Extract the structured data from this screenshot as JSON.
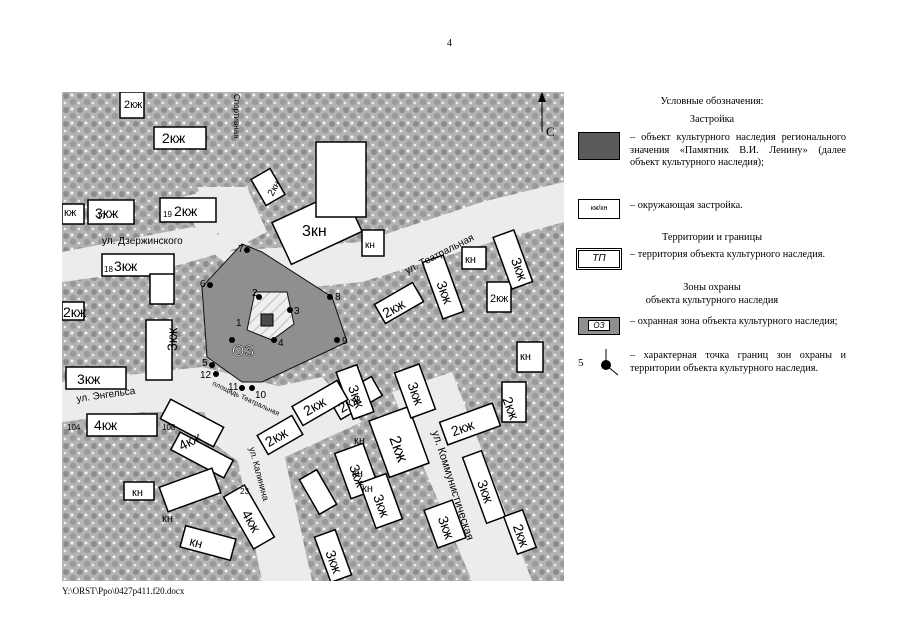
{
  "page": {
    "number": "4",
    "footer_path": "Y:\\ORST\\Ppo\\0427p411.f20.docx"
  },
  "map": {
    "north_label": "С",
    "streets": [
      "ул. Дзержинского",
      "ул. Театральная",
      "ул. Энгельса",
      "площадь Театральная",
      "ул. Калинина",
      "ул. Коммунистическая",
      "Спортивная"
    ],
    "zone_label": "ОЗ",
    "boundary_points": [
      "1",
      "2",
      "3",
      "4",
      "5",
      "6",
      "7",
      "8",
      "9",
      "10",
      "11",
      "12"
    ],
    "building_labels": [
      "2кж",
      "2кж",
      "3кж",
      "2кж",
      "3кж",
      "2кж",
      "3кж",
      "3кж",
      "4кж",
      "4кж",
      "2кн",
      "3кн",
      "кн",
      "3кж",
      "кн",
      "2кж",
      "2кж",
      "кн",
      "3кж",
      "2кж",
      "3кж",
      "2кж",
      "кн",
      "2кж",
      "3кж",
      "кн",
      "кн",
      "2кж",
      "2кж",
      "4кж",
      "3кж",
      "3кж",
      "кн",
      "3кж",
      "кн",
      "кн",
      "3кж",
      "3кж",
      "2кж",
      "2кж",
      "кж"
    ],
    "house_numbers": [
      "17",
      "19",
      "18",
      "104",
      "108",
      "23"
    ]
  },
  "legend": {
    "title": "Условные обозначения:",
    "section_buildings": "Застройка",
    "heritage_object": "– объект культурного наследия регионального значения «Памятник В.И. Ленину» (далее объект культурного наследия);",
    "surrounding_sample": "кж/кн",
    "surrounding": "– окружающая застройка.",
    "section_territories": "Территории и границы",
    "territory_sample": "ТП",
    "territory": "– территория объекта культурного наследия.",
    "section_zones_1": "Зоны охраны",
    "section_zones_2": "объекта культурного наследия",
    "zone_sample": "ОЗ",
    "zone": "– охранная зона объекта культурного наследия;",
    "point_sample": "5",
    "point": "– характерная точка границ зон охраны и территории объекта культурного наследия.",
    "colors": {
      "heritage": "#5a5a5a",
      "zone": "#8f8f8f",
      "vegetation": "#a8a8a8",
      "road": "#e6e6e6"
    }
  }
}
